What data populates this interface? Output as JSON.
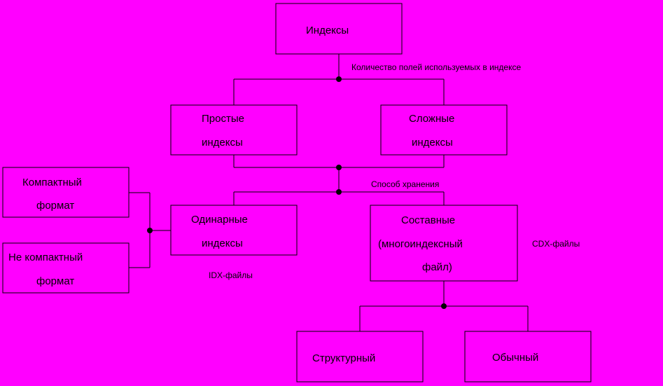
{
  "colors": {
    "background": "#ff00ff",
    "line": "#000000"
  },
  "nodes": {
    "root": "Индексы",
    "simple_line1": "Простые",
    "simple_line2": "индексы",
    "complex_line1": "Сложные",
    "complex_line2": "индексы",
    "compact_line1": "Компактный",
    "compact_line2": "формат",
    "noncompact_line1": "Не компактный",
    "noncompact_line2": "формат",
    "single_line1": "Одинарные",
    "single_line2": "индексы",
    "compound_line1": "Составные",
    "compound_line2": "(многоиндексный",
    "compound_line3": "файл)",
    "structural": "Структурный",
    "ordinary": "Обычный"
  },
  "labels": {
    "fields_count": "Количество полей используемых в индексе",
    "storage_method": "Способ хранения",
    "idx_files": "IDX-файлы",
    "cdx_files": "CDX-файлы"
  }
}
